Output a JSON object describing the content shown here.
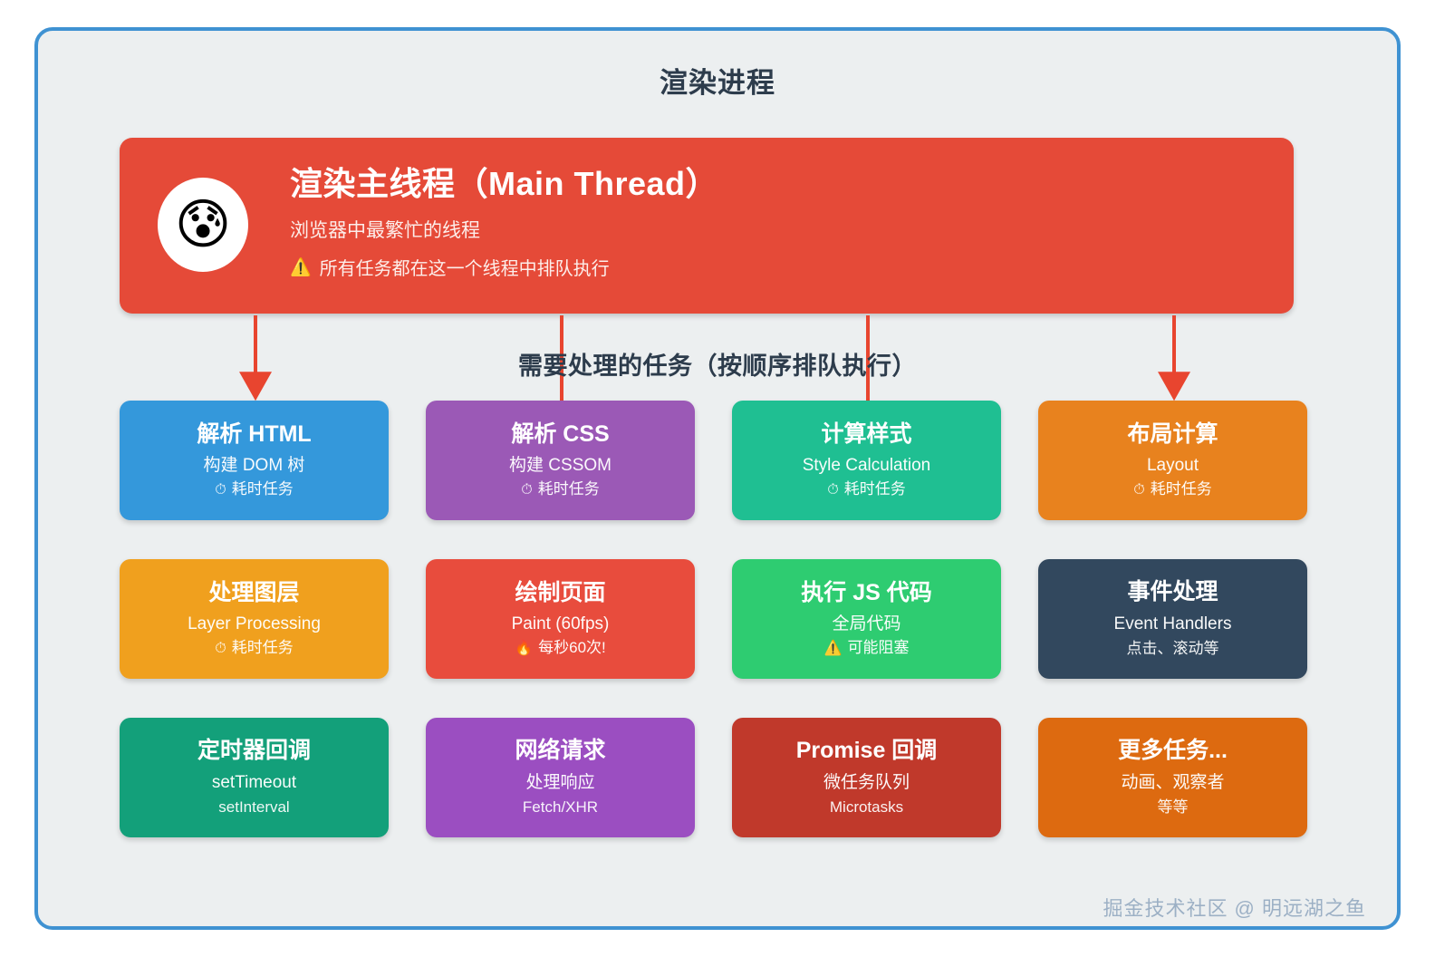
{
  "panel": {
    "title": "渲染进程",
    "border_color": "#3f92d2",
    "background_color": "#eceff0"
  },
  "main_thread": {
    "avatar_icon": "cold-sweat-face-emoji",
    "avatar_glyph": "😰",
    "title": "渲染主线程（Main Thread）",
    "subtitle": "浏览器中最繁忙的线程",
    "warning_icon": "warning-triangle-icon",
    "warning_glyph": "⚠️",
    "warning": "所有任务都在这一个线程中排队执行",
    "color": "#e54a38"
  },
  "tasks_caption": "需要处理的任务（按顺序排队执行）",
  "arrows": {
    "color": "#e8452f",
    "count": 4
  },
  "cards": [
    {
      "name": "parse-html",
      "title": "解析 HTML",
      "sub": "构建 DOM 树",
      "note_icon": "stopwatch-icon",
      "note_glyph": "⏱",
      "note": "耗时任务",
      "color": "#3498db"
    },
    {
      "name": "parse-css",
      "title": "解析 CSS",
      "sub": "构建 CSSOM",
      "note_icon": "stopwatch-icon",
      "note_glyph": "⏱",
      "note": "耗时任务",
      "color": "#9b59b6"
    },
    {
      "name": "style-calculation",
      "title": "计算样式",
      "sub": "Style Calculation",
      "note_icon": "stopwatch-icon",
      "note_glyph": "⏱",
      "note": "耗时任务",
      "color": "#1fbf92"
    },
    {
      "name": "layout",
      "title": "布局计算",
      "sub": "Layout",
      "note_icon": "stopwatch-icon",
      "note_glyph": "⏱",
      "note": "耗时任务",
      "color": "#e8821e"
    },
    {
      "name": "layer-processing",
      "title": "处理图层",
      "sub": "Layer Processing",
      "note_icon": "stopwatch-icon",
      "note_glyph": "⏱",
      "note": "耗时任务",
      "color": "#f0a01e"
    },
    {
      "name": "paint",
      "title": "绘制页面",
      "sub": "Paint (60fps)",
      "note_icon": "fire-icon",
      "note_glyph": "🔥",
      "note": "每秒60次!",
      "color": "#e84c3d"
    },
    {
      "name": "execute-js",
      "title": "执行 JS 代码",
      "sub": "全局代码",
      "note_icon": "warning-triangle-icon",
      "note_glyph": "⚠️",
      "note": "可能阻塞",
      "color": "#2ecc71"
    },
    {
      "name": "event-handlers",
      "title": "事件处理",
      "sub": "Event Handlers",
      "sub2": "点击、滚动等",
      "color": "#32485e"
    },
    {
      "name": "timer-callbacks",
      "title": "定时器回调",
      "sub": "setTimeout",
      "sub2": "setInterval",
      "color": "#13a07a"
    },
    {
      "name": "network-requests",
      "title": "网络请求",
      "sub": "处理响应",
      "sub2": "Fetch/XHR",
      "color": "#9b4ec1"
    },
    {
      "name": "promise-callbacks",
      "title": "Promise 回调",
      "sub": "微任务队列",
      "sub2": "Microtasks",
      "color": "#c0392b"
    },
    {
      "name": "more-tasks",
      "title": "更多任务...",
      "sub": "动画、观察者",
      "sub2": "等等",
      "color": "#dd6a10"
    }
  ],
  "watermark": "掘金技术社区 @ 明远湖之鱼"
}
